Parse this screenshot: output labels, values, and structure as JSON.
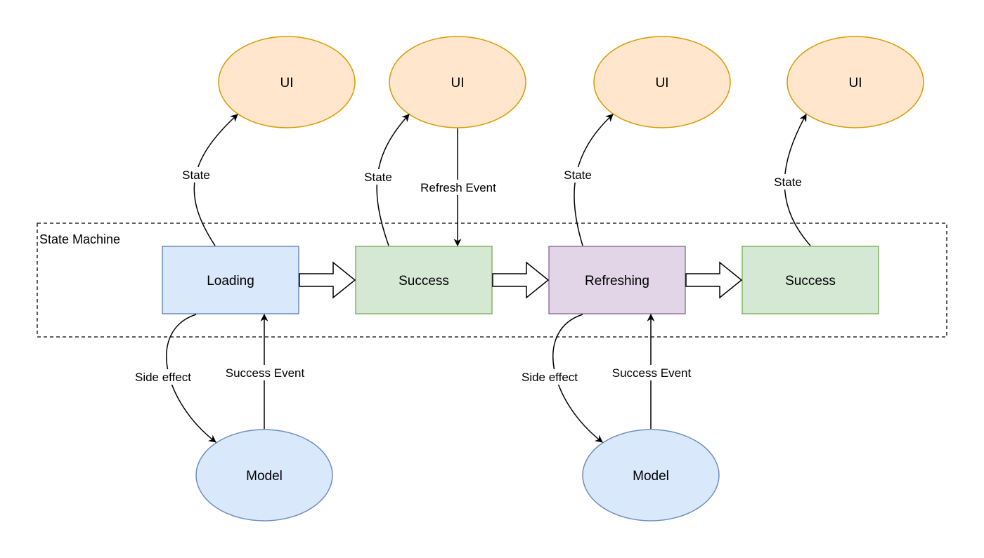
{
  "diagram": {
    "container": {
      "label": "State Machine"
    },
    "colors": {
      "ui_fill": "#ffe6cc",
      "ui_stroke": "#d79b00",
      "blue_fill": "#dae8fc",
      "blue_stroke": "#6c8ebf",
      "green_fill": "#d5e8d4",
      "green_stroke": "#82b366",
      "purple_fill": "#e1d5e7",
      "purple_stroke": "#9673a6"
    },
    "nodes": {
      "ui_1": "UI",
      "ui_2": "UI",
      "ui_3": "UI",
      "ui_4": "UI",
      "loading": "Loading",
      "success_1": "Success",
      "refreshing": "Refreshing",
      "success_2": "Success",
      "model_1": "Model",
      "model_2": "Model"
    },
    "edges": {
      "state_1": "State",
      "state_2": "State",
      "refresh_event": "Refresh Event",
      "state_3": "State",
      "state_4": "State",
      "side_effect_1": "Side effect",
      "success_event_1": "Success Event",
      "side_effect_2": "Side effect",
      "success_event_2": "Success Event"
    }
  }
}
